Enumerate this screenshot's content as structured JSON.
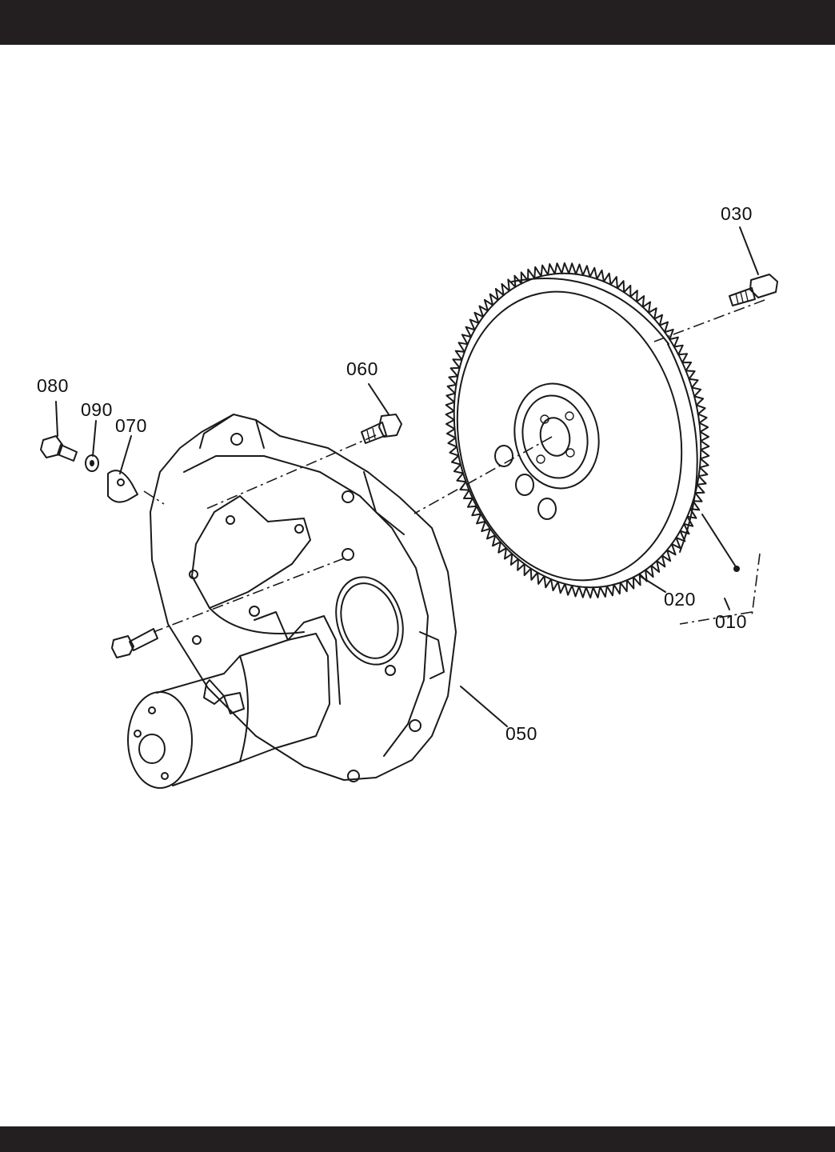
{
  "callouts": {
    "c010": "010",
    "c020": "020",
    "c030": "030",
    "c050": "050",
    "c060": "060",
    "c070": "070",
    "c080": "080",
    "c090": "090"
  }
}
